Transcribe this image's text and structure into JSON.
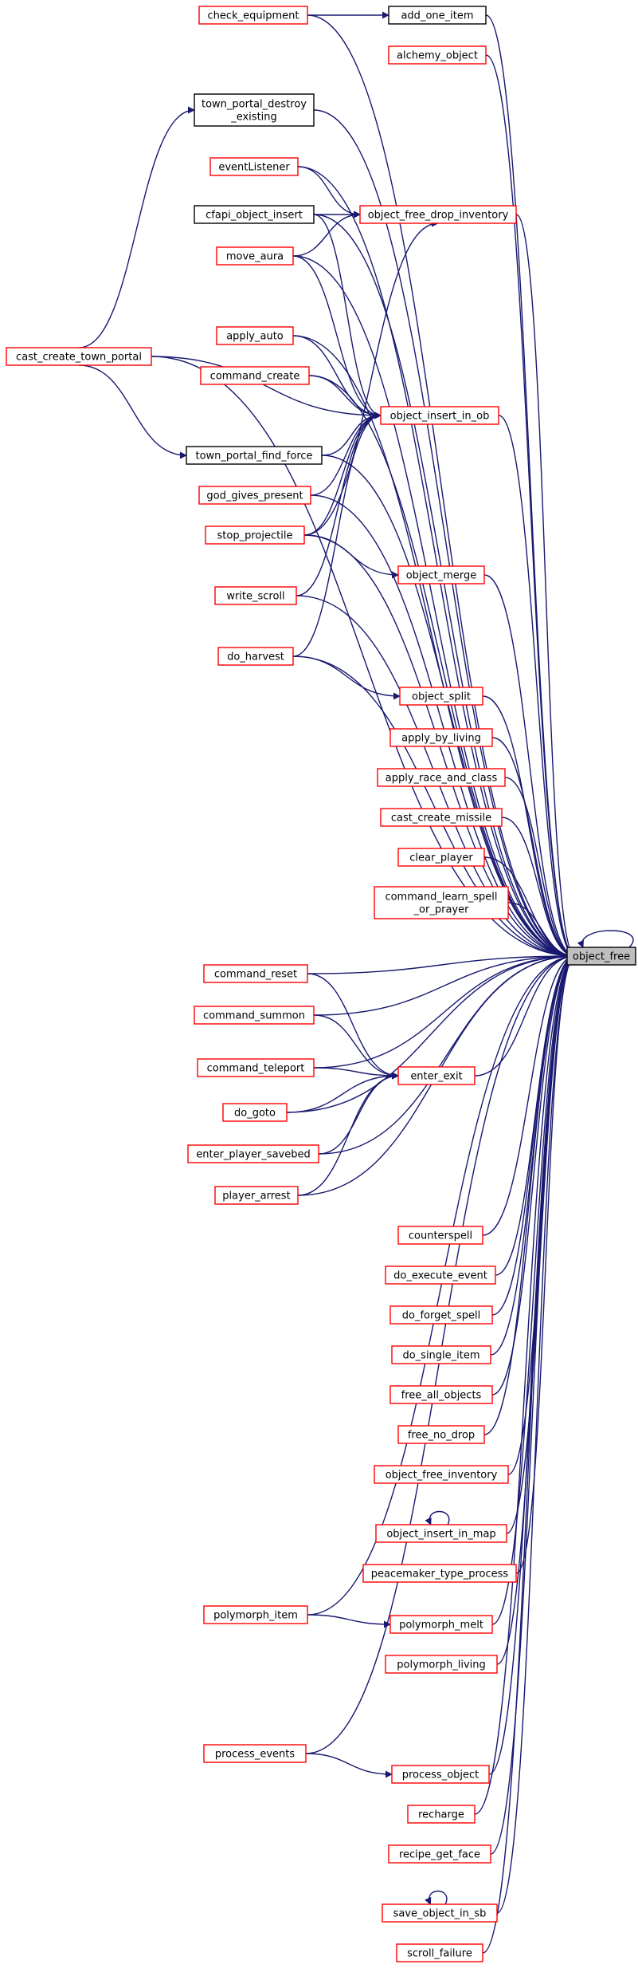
{
  "colors": {
    "edge": "#191970",
    "node_border_red": "#ff0000",
    "node_border_black": "#000000",
    "focus_fill": "#bfbfbf"
  },
  "nodes": {
    "object_free": "object_free",
    "check_equipment": "check_equipment",
    "add_one_item": "add_one_item",
    "alchemy_object": "alchemy_object",
    "town_portal_destroy_existing_line1": "town_portal_destroy",
    "town_portal_destroy_existing_line2": "_existing",
    "eventListener": "eventListener",
    "cfapi_object_insert": "cfapi_object_insert",
    "object_free_drop_inventory": "object_free_drop_inventory",
    "move_aura": "move_aura",
    "cast_create_town_portal": "cast_create_town_portal",
    "apply_auto": "apply_auto",
    "command_create": "command_create",
    "object_insert_in_ob": "object_insert_in_ob",
    "town_portal_find_force": "town_portal_find_force",
    "god_gives_present": "god_gives_present",
    "stop_projectile": "stop_projectile",
    "object_merge": "object_merge",
    "write_scroll": "write_scroll",
    "do_harvest": "do_harvest",
    "object_split": "object_split",
    "apply_by_living": "apply_by_living",
    "apply_race_and_class": "apply_race_and_class",
    "cast_create_missile": "cast_create_missile",
    "clear_player": "clear_player",
    "command_learn_spell_or_prayer_line1": "command_learn_spell",
    "command_learn_spell_or_prayer_line2": "_or_prayer",
    "command_reset": "command_reset",
    "command_summon": "command_summon",
    "command_teleport": "command_teleport",
    "enter_exit": "enter_exit",
    "do_goto": "do_goto",
    "enter_player_savebed": "enter_player_savebed",
    "player_arrest": "player_arrest",
    "counterspell": "counterspell",
    "do_execute_event": "do_execute_event",
    "do_forget_spell": "do_forget_spell",
    "do_single_item": "do_single_item",
    "free_all_objects": "free_all_objects",
    "free_no_drop": "free_no_drop",
    "object_free_inventory": "object_free_inventory",
    "object_insert_in_map": "object_insert_in_map",
    "peacemaker_type_process": "peacemaker_type_process",
    "polymorph_item": "polymorph_item",
    "polymorph_melt": "polymorph_melt",
    "polymorph_living": "polymorph_living",
    "process_events": "process_events",
    "process_object": "process_object",
    "recharge": "recharge",
    "recipe_get_face": "recipe_get_face",
    "save_object_in_sb": "save_object_in_sb",
    "scroll_failure": "scroll_failure"
  }
}
